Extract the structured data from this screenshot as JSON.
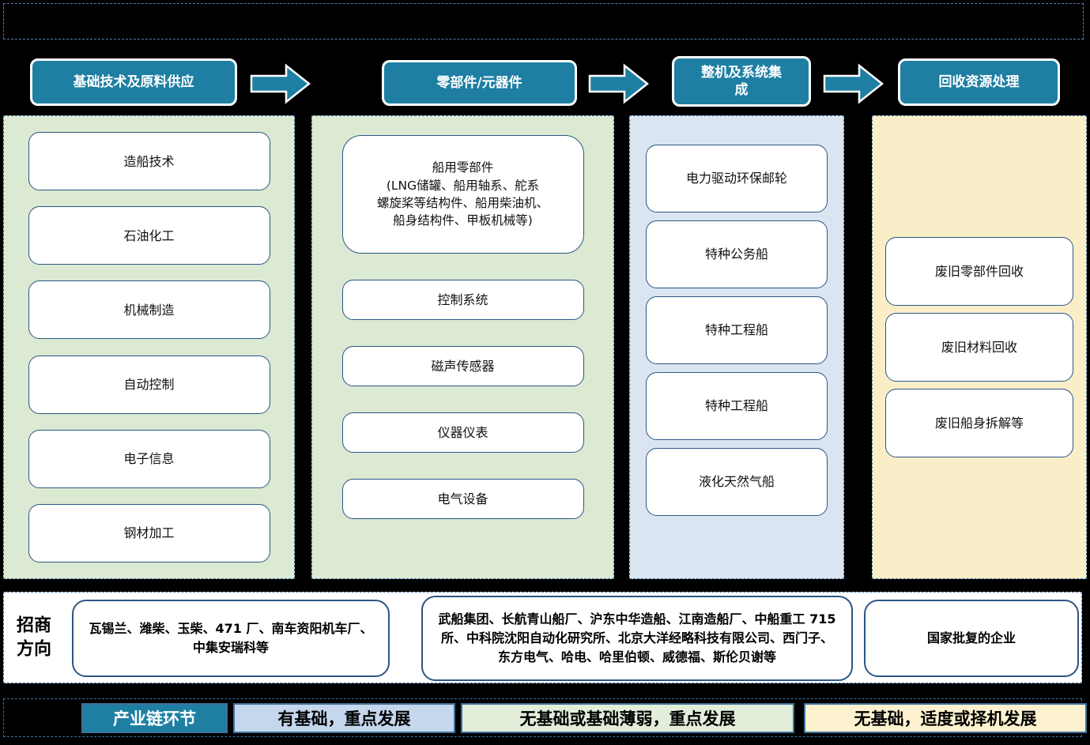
{
  "stages": [
    {
      "header": "基础技术及原料供应",
      "items": [
        "造船技术",
        "石油化工",
        "机械制造",
        "自动控制",
        "电子信息",
        "钢材加工"
      ]
    },
    {
      "header": "零部件/元器件",
      "items": [
        "船用零部件\n(LNG储罐、船用轴系、舵系\n螺旋桨等结构件、船用柴油机、\n船身结构件、甲板机械等)",
        "控制系统",
        "磁声传感器",
        "仪器仪表",
        "电气设备"
      ]
    },
    {
      "header": "整机及系统集\n成",
      "items": [
        "电力驱动环保邮轮",
        "特种公务船",
        "特种工程船",
        "特种工程船",
        "液化天然气船"
      ]
    },
    {
      "header": "回收资源处理",
      "items": [
        "废旧零部件回收",
        "废旧材料回收",
        "废旧船身拆解等"
      ]
    }
  ],
  "investment": {
    "label": "招商\n方向",
    "boxes": [
      "瓦锡兰、潍柴、玉柴、471 厂、南车资阳机车厂、中集安瑞科等",
      "武船集团、长航青山船厂、沪东中华造船、江南造船厂、中船重工 715所、中科院沈阳自动化研究所、北京大洋经略科技有限公司、西门子、东方电气、哈电、哈里伯顿、威德福、斯伦贝谢等",
      "国家批复的企业"
    ]
  },
  "legend": {
    "items": [
      {
        "label": "产业链环节",
        "bg": "#1e7fa3",
        "fg": "#ffffff"
      },
      {
        "label": "有基础，重点发展",
        "bg": "#c5d7ed",
        "fg": "#000000"
      },
      {
        "label": "无基础或基础薄弱，重点发展",
        "bg": "#e2eeda",
        "fg": "#000000"
      },
      {
        "label": "无基础，适度或择机发展",
        "bg": "#fdf2d0",
        "fg": "#000000"
      }
    ]
  },
  "colors": {
    "stage_header_bg": "#1e7fa3",
    "panel_green": "#dce9d3",
    "panel_blue": "#dbe5f1",
    "panel_yellow": "#faeec9",
    "box_border": "#2a5783",
    "dashed_border": "#41719c"
  }
}
